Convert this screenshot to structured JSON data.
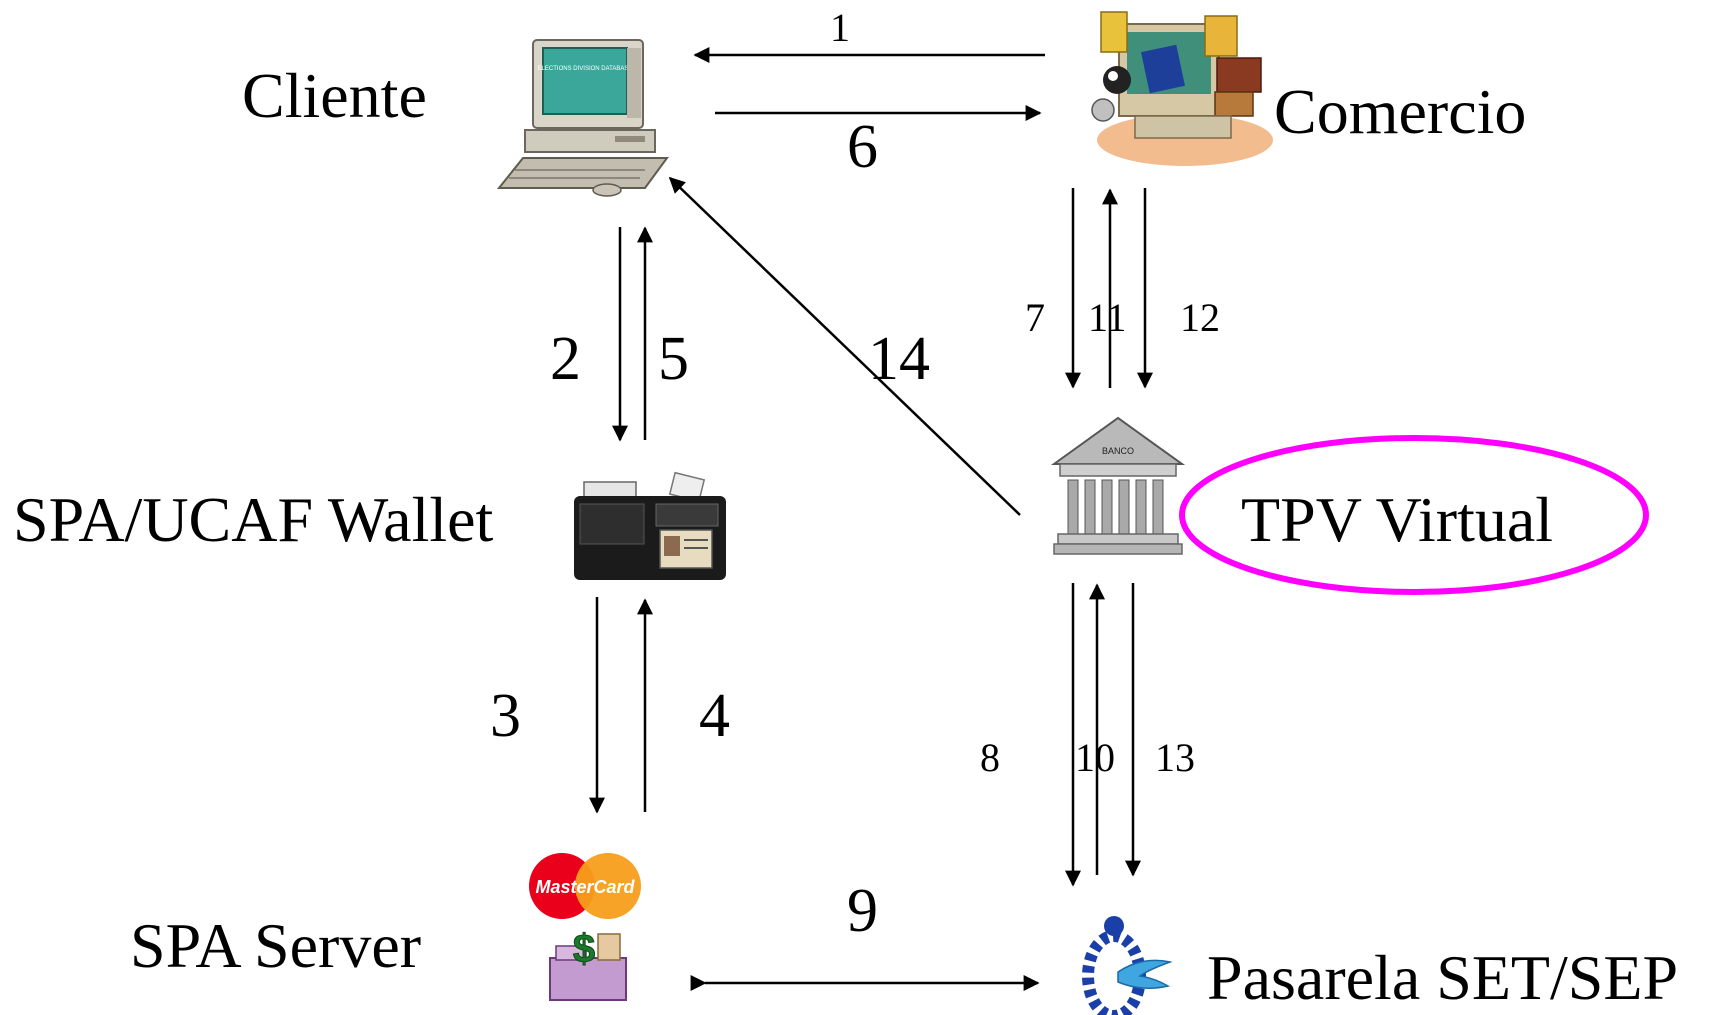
{
  "nodes": {
    "cliente": "Cliente",
    "comercio": "Comercio",
    "wallet": "SPA/UCAF Wallet",
    "tpv": "TPV Virtual",
    "spa_server": "SPA Server",
    "pasarela": "Pasarela SET/SEP"
  },
  "icons": {
    "cliente": "computer-icon",
    "comercio": "shop-computer-icon",
    "wallet": "wallet-icon",
    "tpv": "bank-building-icon",
    "spa_server": "mastercard-cash-register-icon",
    "pasarela": "pasarela-logo-icon"
  },
  "icon_text": {
    "computer_screen": "ELECTIONS DIVISION DATABASE",
    "bank": "BANCO",
    "mastercard": "MasterCard",
    "dollar": "$"
  },
  "steps": {
    "s1": "1",
    "s2": "2",
    "s3": "3",
    "s4": "4",
    "s5": "5",
    "s6": "6",
    "s7": "7",
    "s8": "8",
    "s9": "9",
    "s10": "10",
    "s11": "11",
    "s12": "12",
    "s13": "13",
    "s14": "14"
  },
  "colors": {
    "highlight": "#ff00ff",
    "arrow": "#000000",
    "mastercard_red": "#eb001b",
    "mastercard_yellow": "#f79e1b",
    "pasarela_blue": "#1a3fa8"
  }
}
